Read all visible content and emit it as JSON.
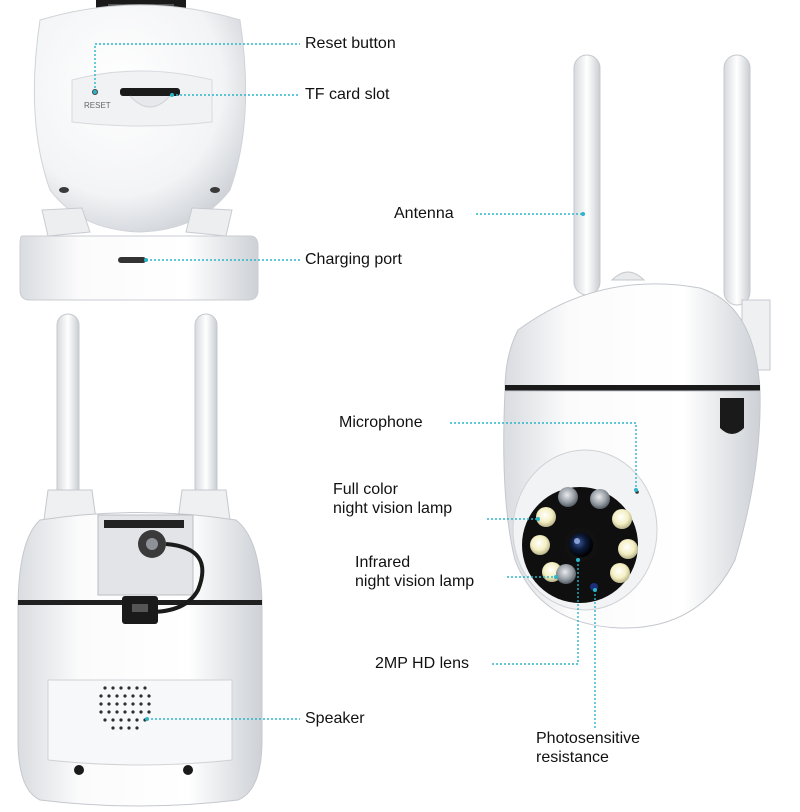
{
  "labels": {
    "reset_button": "Reset button",
    "tf_card_slot": "TF card slot",
    "reset_print": "RESET",
    "antenna": "Antenna",
    "charging_port": "Charging port",
    "microphone": "Microphone",
    "full_color_line1": "Full color",
    "full_color_line2": "night vision lamp",
    "infrared_line1": "Infrared",
    "infrared_line2": "night vision lamp",
    "lens": "2MP HD lens",
    "speaker": "Speaker",
    "photo_line1": "Photosensitive",
    "photo_line2": "resistance"
  },
  "colors": {
    "leader_line": "#2bb5c8",
    "camera_body": "#ffffff",
    "shadow": "#d4d7db",
    "led_warm": "#f4efc2",
    "lens_glass": "#0c1a3a"
  }
}
